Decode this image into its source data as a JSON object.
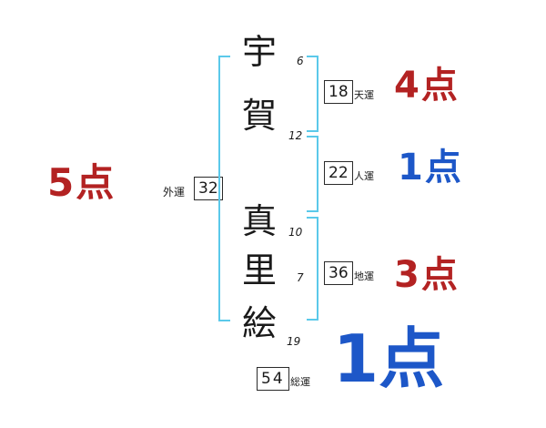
{
  "name_chars": [
    {
      "char": "宇",
      "strokes": "6"
    },
    {
      "char": "賀",
      "strokes": "12"
    },
    {
      "char": "真",
      "strokes": "10"
    },
    {
      "char": "里",
      "strokes": "7"
    },
    {
      "char": "絵",
      "strokes": "19"
    }
  ],
  "fortunes": {
    "gaiun": {
      "label": "外運",
      "value": "32",
      "score": "5点"
    },
    "tenun": {
      "label": "天運",
      "value": "18",
      "score": "4点"
    },
    "jinun": {
      "label": "人運",
      "value": "22",
      "score": "1点"
    },
    "chiun": {
      "label": "地運",
      "value": "36",
      "score": "3点"
    },
    "souun": {
      "label": "総運",
      "value": "54",
      "score": "1点"
    }
  },
  "colors": {
    "bracket_blue": "#5bc9ea",
    "score_red": "#b32222",
    "score_blue": "#1d57c8",
    "text_black": "#1a1a1a"
  }
}
